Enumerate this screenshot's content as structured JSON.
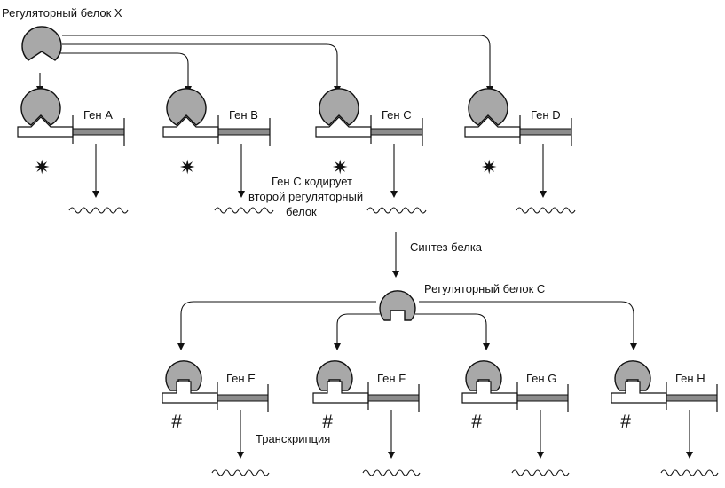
{
  "protein_x": {
    "label": "Регуляторный белок X"
  },
  "protein_c": {
    "label": "Регуляторный белок С"
  },
  "note_gene_c": [
    "Ген С кодирует",
    "второй регуляторный",
    "белок"
  ],
  "step_synthesis": "Синтез белка",
  "step_transcription": "Транскрипция",
  "top_genes": [
    {
      "label": "Ген А",
      "site_mark": "✷"
    },
    {
      "label": "Ген В",
      "site_mark": "✷"
    },
    {
      "label": "Ген С",
      "site_mark": "✷"
    },
    {
      "label": "Ген D",
      "site_mark": "✷"
    }
  ],
  "bottom_genes": [
    {
      "label": "Ген Е",
      "site_mark": "#"
    },
    {
      "label": "Ген F",
      "site_mark": "#"
    },
    {
      "label": "Ген G",
      "site_mark": "#"
    },
    {
      "label": "Ген Н",
      "site_mark": "#"
    }
  ],
  "colors": {
    "protein_fill": "#a8a8a8",
    "gene_fill": "#8c8c8c",
    "stroke": "#111111"
  }
}
